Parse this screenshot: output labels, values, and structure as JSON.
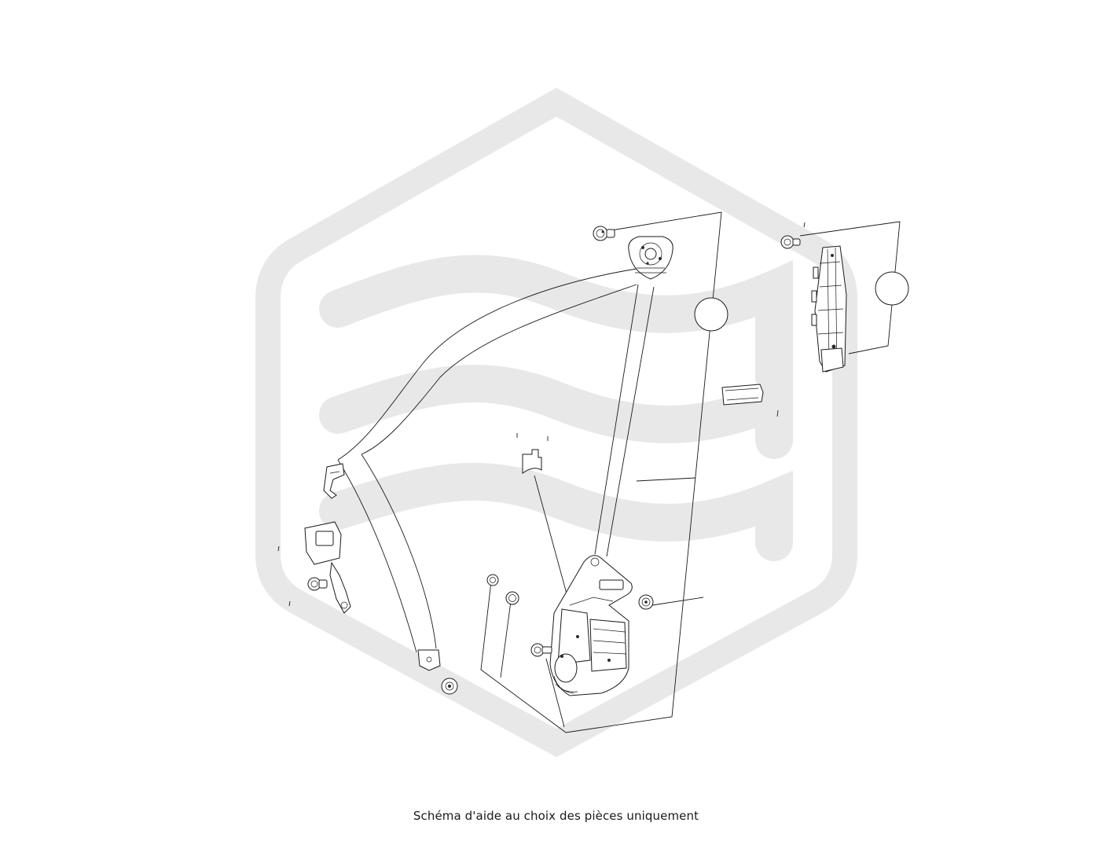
{
  "caption": "Schéma d'aide au choix des pièces uniquement",
  "parts": {
    "part1": "shoulder-bolt-top",
    "part2": "d-ring-guide",
    "part3": "height-adjuster-bolt",
    "part4": "height-adjuster-rail",
    "part5": "adjuster-cover",
    "part6": "retractor-inertia-reel",
    "part7": "retractor-bolt",
    "part8": "buckle-assembly",
    "part9": "anchor-bolt"
  }
}
